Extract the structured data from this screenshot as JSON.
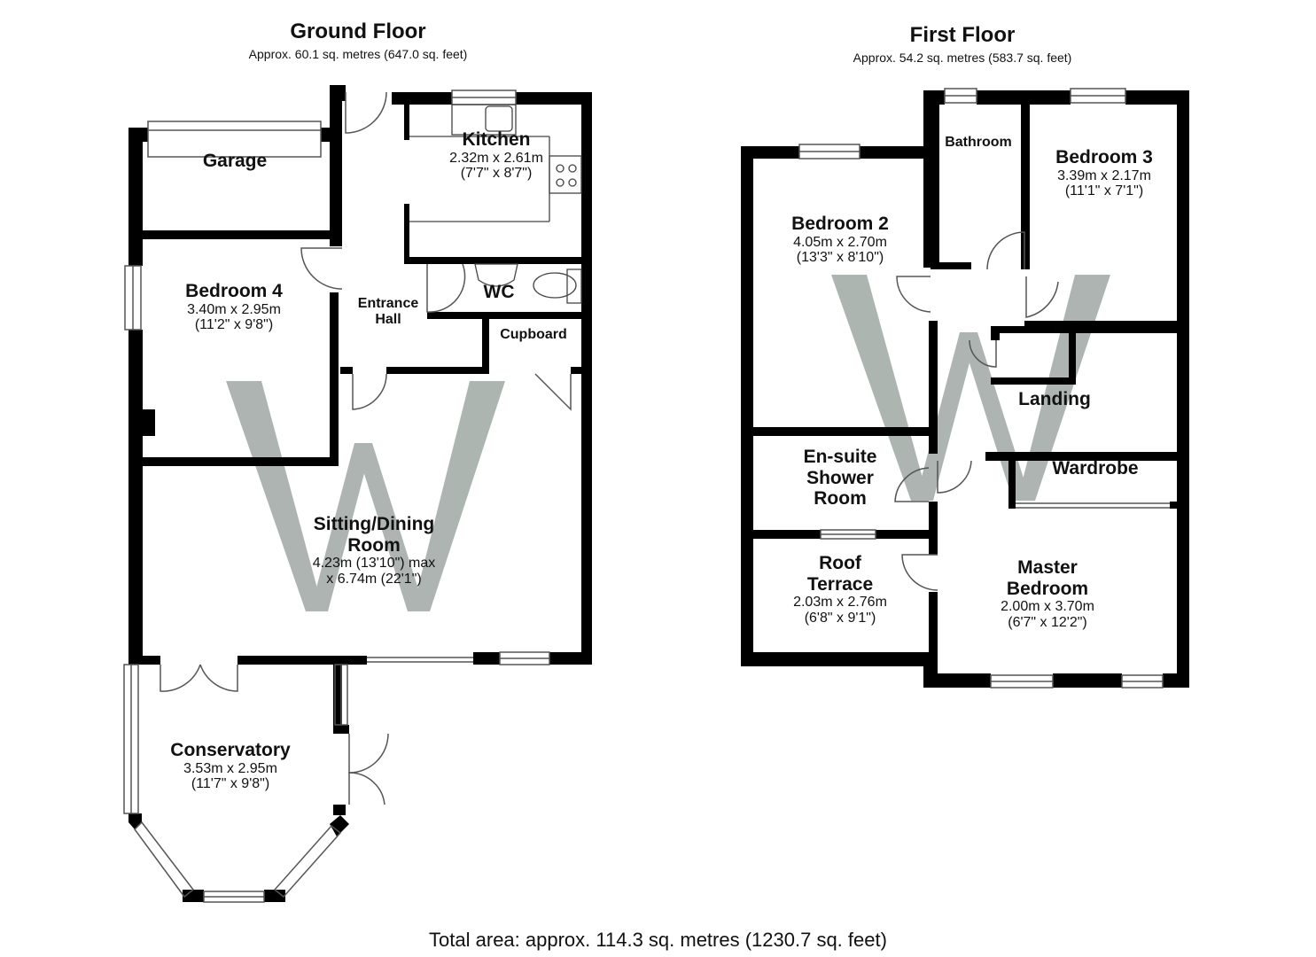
{
  "ground_floor": {
    "title": "Ground Floor",
    "area": "Approx. 60.1 sq. metres (647.0 sq. feet)",
    "rooms": [
      {
        "id": "garage",
        "name": "Garage"
      },
      {
        "id": "kitchen",
        "name": "Kitchen",
        "dim_metric": "2.32m x 2.61m",
        "dim_imperial": "(7'7\" x 8'7\")"
      },
      {
        "id": "wc",
        "name": "WC"
      },
      {
        "id": "bedroom4",
        "name": "Bedroom 4",
        "dim_metric": "3.40m x 2.95m",
        "dim_imperial": "(11'2\" x 9'8\")"
      },
      {
        "id": "entrance_hall",
        "name_line1": "Entrance",
        "name_line2": "Hall"
      },
      {
        "id": "cupboard",
        "name": "Cupboard"
      },
      {
        "id": "sitting_dining",
        "name_line1": "Sitting/Dining",
        "name_line2": "Room",
        "dim_metric": "4.23m (13'10\") max",
        "dim_imperial": "x 6.74m (22'1\")"
      },
      {
        "id": "conservatory",
        "name": "Conservatory",
        "dim_metric": "3.53m x 2.95m",
        "dim_imperial": "(11'7\" x 9'8\")"
      }
    ]
  },
  "first_floor": {
    "title": "First Floor",
    "area": "Approx. 54.2 sq. metres (583.7 sq. feet)",
    "rooms": [
      {
        "id": "bathroom",
        "name": "Bathroom"
      },
      {
        "id": "bedroom3",
        "name": "Bedroom 3",
        "dim_metric": "3.39m x 2.17m",
        "dim_imperial": "(11'1\" x 7'1\")"
      },
      {
        "id": "bedroom2",
        "name": "Bedroom 2",
        "dim_metric": "4.05m x 2.70m",
        "dim_imperial": "(13'3\" x 8'10\")"
      },
      {
        "id": "landing",
        "name": "Landing"
      },
      {
        "id": "ensuite",
        "name_line1": "En-suite",
        "name_line2": "Shower",
        "name_line3": "Room"
      },
      {
        "id": "wardrobe",
        "name": "Wardrobe"
      },
      {
        "id": "roof_terrace",
        "name_line1": "Roof",
        "name_line2": "Terrace",
        "dim_metric": "2.03m x 2.76m",
        "dim_imperial": "(6'8\" x 9'1\")"
      },
      {
        "id": "master_bedroom",
        "name_line1": "Master",
        "name_line2": "Bedroom",
        "dim_metric": "2.00m x 3.70m",
        "dim_imperial": "(6'7\" x 12'2\")"
      }
    ]
  },
  "total_area": "Total area: approx. 114.3 sq. metres (1230.7 sq. feet)",
  "colors": {
    "wall": "#000000",
    "watermark": "#a9b1ad",
    "window": "#555555"
  }
}
